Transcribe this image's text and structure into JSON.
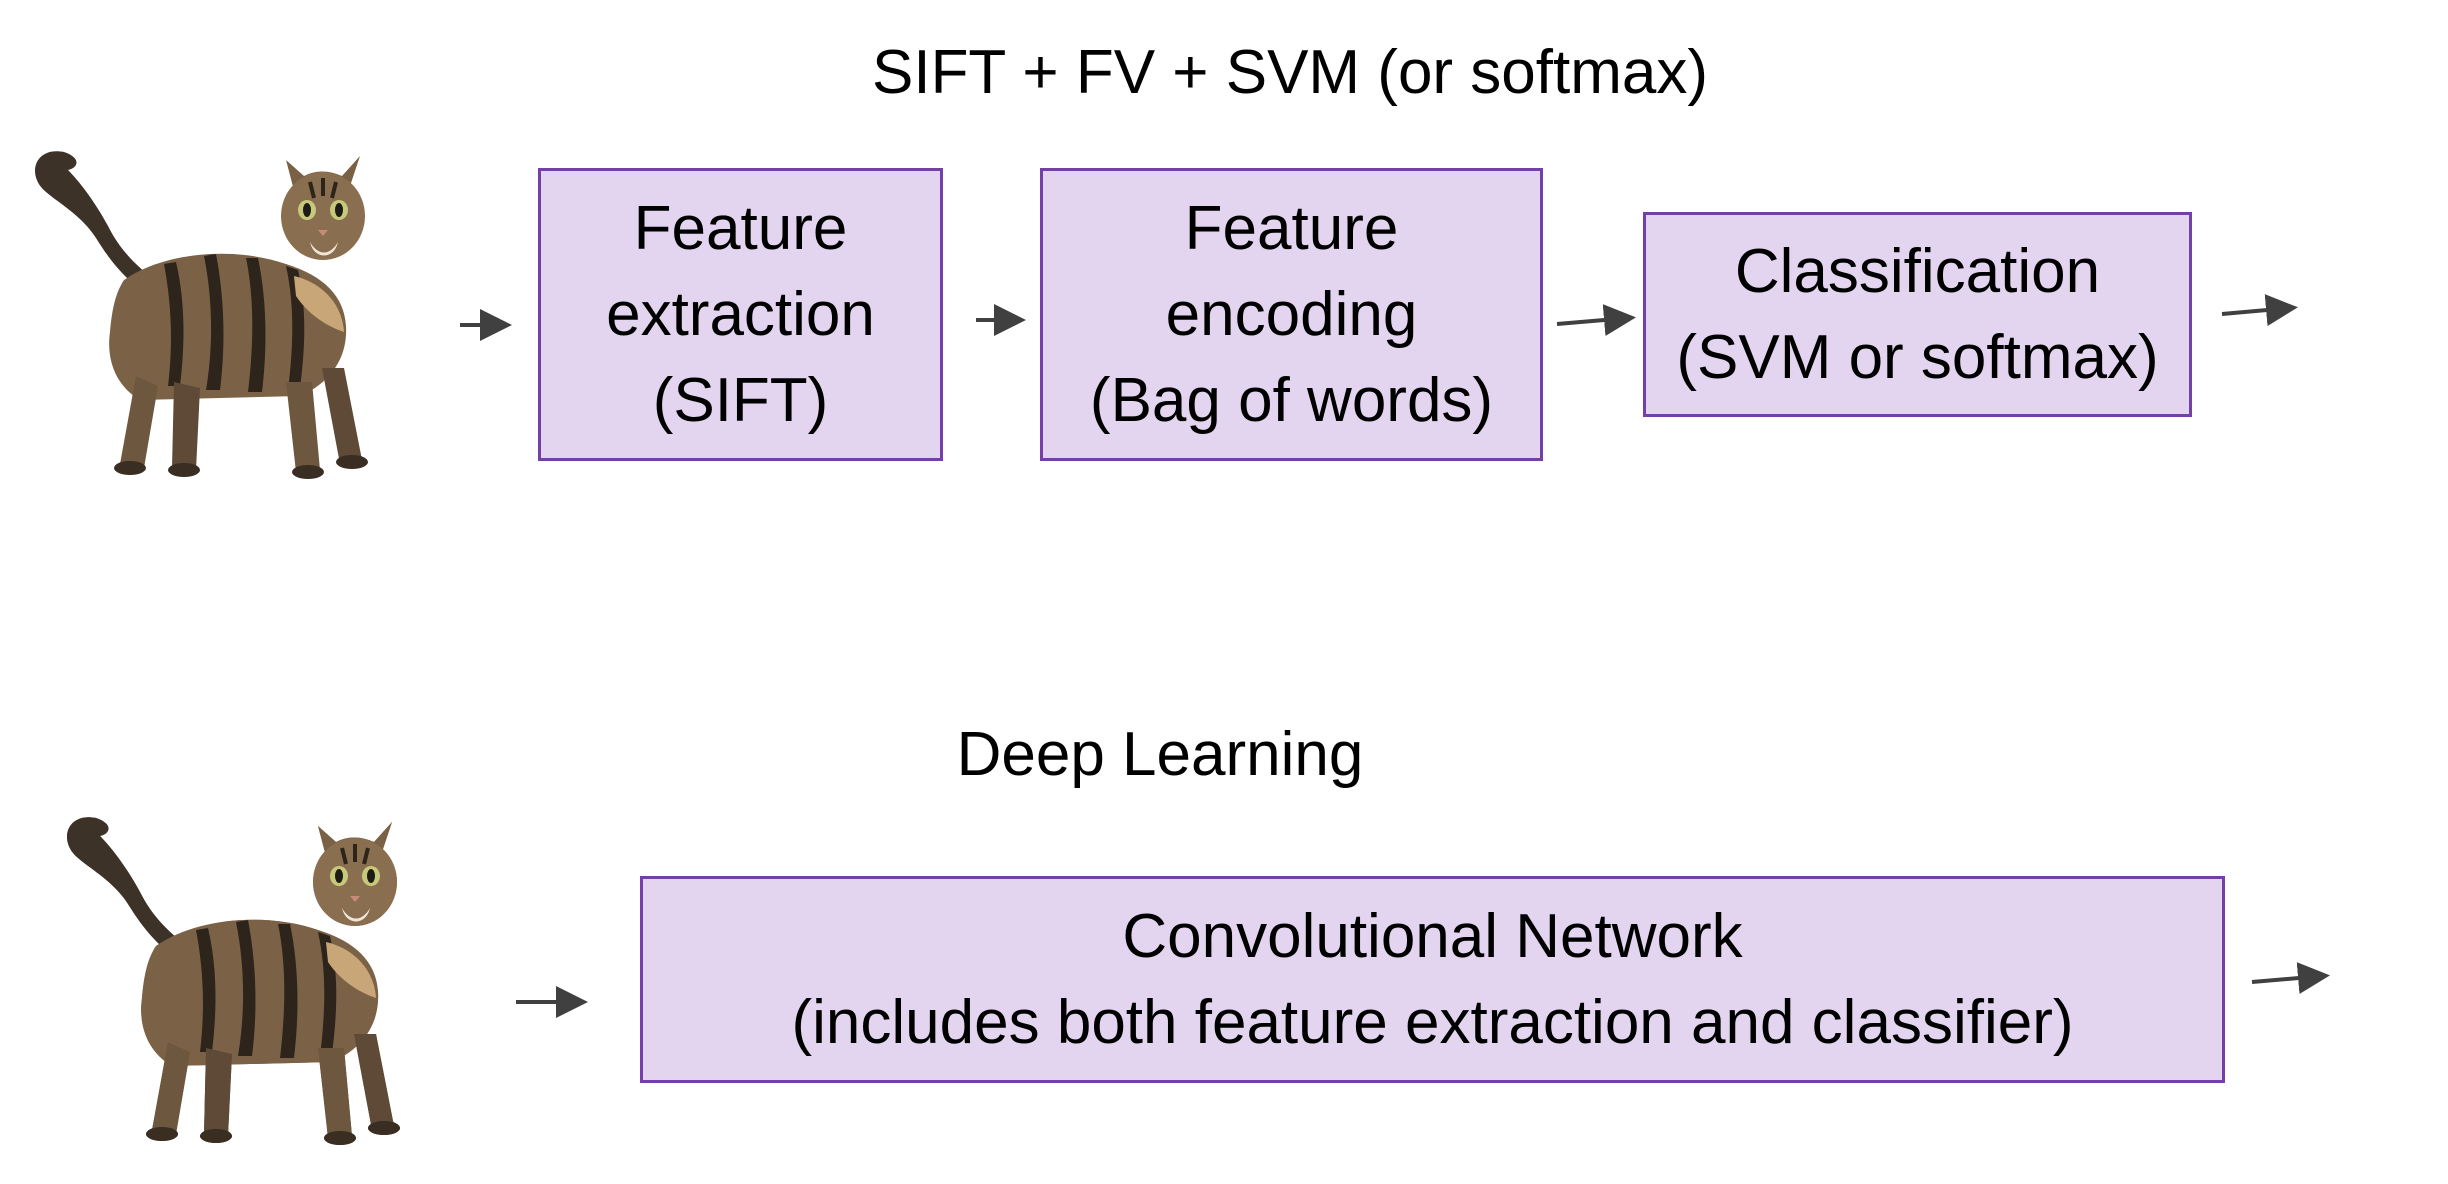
{
  "pipeline_traditional": {
    "title": "SIFT + FV + SVM (or softmax)",
    "steps": [
      {
        "line1": "Feature",
        "line2": "extraction",
        "line3": "(SIFT)"
      },
      {
        "line1": "Feature",
        "line2": "encoding",
        "line3": "(Bag of words)"
      },
      {
        "line1": "Classification",
        "line2": "(SVM or softmax)"
      }
    ]
  },
  "pipeline_deep": {
    "title": "Deep Learning",
    "step": {
      "line1": "Convolutional Network",
      "line2": "(includes both feature extraction and classifier)"
    }
  },
  "colors": {
    "box_fill": "#e3d4ef",
    "box_border": "#7440a8",
    "arrow": "#404040"
  },
  "icons": {
    "input_image": "tabby-cat-icon"
  }
}
